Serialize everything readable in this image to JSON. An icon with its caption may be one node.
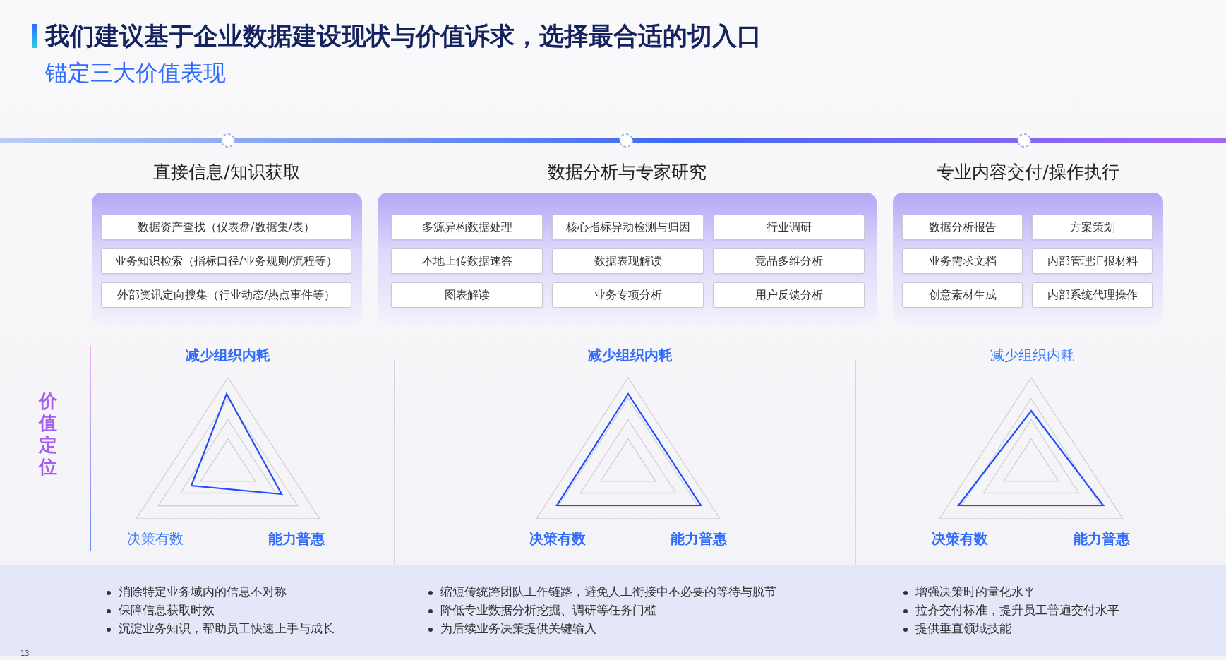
{
  "diagram": {
    "title": "我们建议基于企业数据建设现状与价值诉求，选择最合适的切入口",
    "caption": "锚定三大价值表现",
    "nodes": [
      {
        "text": [
          "直接信息/知识获取"
        ]
      },
      {
        "text": [
          "数据资产查找（仪表盘/数据集/表）"
        ],
        "in": 0
      },
      {
        "text": [
          "业务知识检索（指标口径/业务规则/流程等）"
        ],
        "in": 0
      },
      {
        "text": [
          "外部资讯定向搜集（行业动态/热点事件等）"
        ],
        "in": 0
      },
      {
        "text": [
          "数据分析与专家研究"
        ]
      },
      {
        "text": [
          "多源异构数据处理"
        ],
        "in": 4
      },
      {
        "text": [
          "核心指标异动检测与归因"
        ],
        "in": 4
      },
      {
        "text": [
          "行业调研"
        ],
        "in": 4
      },
      {
        "text": [
          "本地上传数据速答"
        ],
        "in": 4
      },
      {
        "text": [
          "数据表现解读"
        ],
        "in": 4
      },
      {
        "text": [
          "竞品多维分析"
        ],
        "in": 4
      },
      {
        "text": [
          "图表解读"
        ],
        "in": 4
      },
      {
        "text": [
          "业务专项分析"
        ],
        "in": 4
      },
      {
        "text": [
          "用户反馈分析"
        ],
        "in": 4
      },
      {
        "text": [
          "专业内容交付/操作执行"
        ]
      },
      {
        "text": [
          "数据分析报告"
        ],
        "in": 14
      },
      {
        "text": [
          "方案策划"
        ],
        "in": 14
      },
      {
        "text": [
          "业务需求文档"
        ],
        "in": 14
      },
      {
        "text": [
          "内部管理汇报材料"
        ],
        "in": 14
      },
      {
        "text": [
          "创意素材生成"
        ],
        "in": 14
      },
      {
        "text": [
          "内部系统代理操作"
        ],
        "in": 14
      }
    ],
    "edges": [],
    "labels": [
      "减少组织内耗",
      "减少组织内耗",
      "减少组织内耗",
      "价值定位",
      "决策有数",
      "能力普惠",
      "决策有数",
      "能力普惠",
      "决策有数",
      "能力普惠",
      "消除特定业务域内的信息不对称",
      "保障信息获取时效",
      "沉淀业务知识，帮助员工快速上手与成长",
      "缩短传统跨团队工作链路，避免人工衔接中不必要的等待与脱节",
      "降低专业数据分析挖掘、调研等任务门槛",
      "为后续业务决策提供关键输入",
      "增强决策时的量化水平",
      "拉齐交付标准，提升员工普遍交付水平",
      "提供垂直领域技能",
      "13"
    ]
  }
}
